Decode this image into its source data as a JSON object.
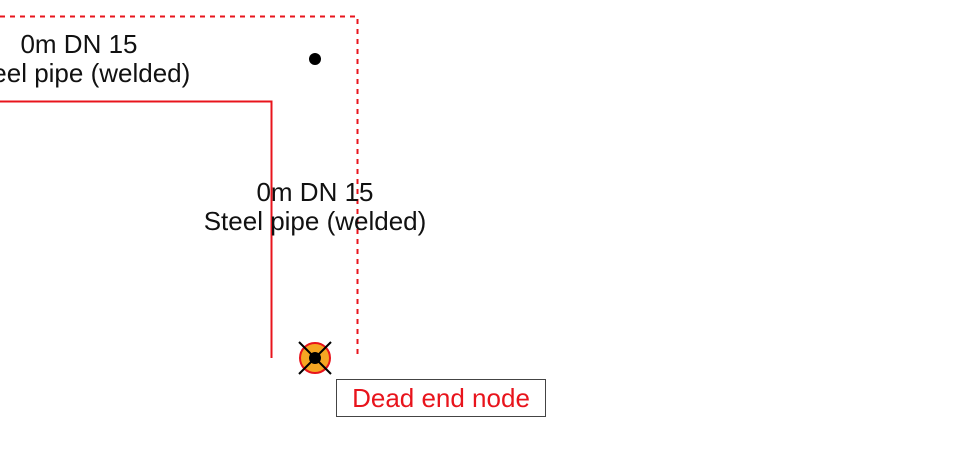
{
  "pipes": [
    {
      "length": "0m DN 15",
      "material": "Steel pipe (welded)"
    },
    {
      "length": "0m DN 15",
      "material": "Steel pipe (welded)"
    }
  ],
  "warning": {
    "text": "Dead end node",
    "color": "#e8141c"
  },
  "colors": {
    "supply_pipe": "#e8141c",
    "return_pipe_dashed": "#e8141c",
    "node_fill": "#000000",
    "dead_end_marker_fill": "#f5a623",
    "dead_end_marker_ring": "#e8141c"
  }
}
